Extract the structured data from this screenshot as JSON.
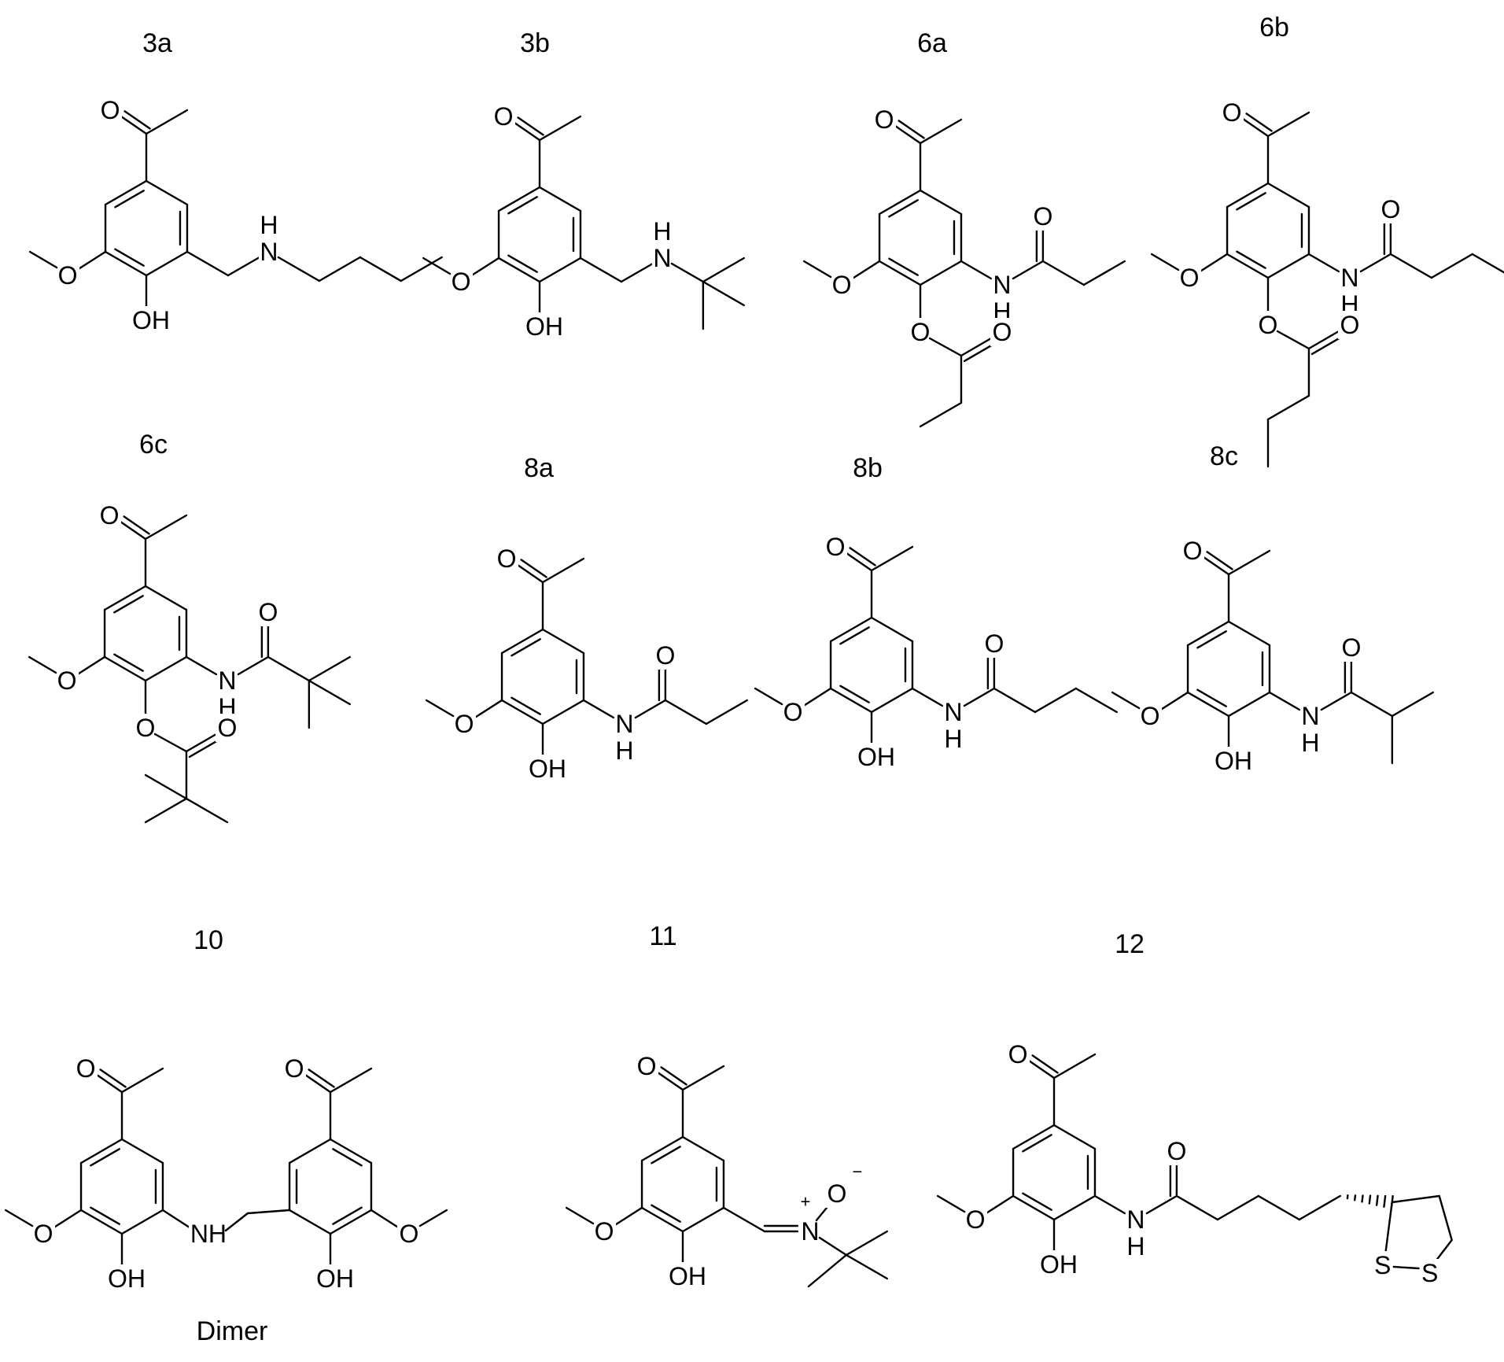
{
  "compounds": [
    {
      "id": "3a",
      "label": "3a"
    },
    {
      "id": "3b",
      "label": "3b"
    },
    {
      "id": "6a",
      "label": "6a"
    },
    {
      "id": "6b",
      "label": "6b"
    },
    {
      "id": "6c",
      "label": "6c"
    },
    {
      "id": "8a",
      "label": "8a"
    },
    {
      "id": "8b",
      "label": "8b"
    },
    {
      "id": "8c",
      "label": "8c"
    },
    {
      "id": "10",
      "label": "10",
      "caption": "Dimer"
    },
    {
      "id": "11",
      "label": "11"
    },
    {
      "id": "12",
      "label": "12"
    }
  ],
  "atom_text": {
    "O": "O",
    "OH": "OH",
    "N": "N",
    "H": "H",
    "NH": "NH",
    "S": "S",
    "plus": "+",
    "minus": "−"
  }
}
